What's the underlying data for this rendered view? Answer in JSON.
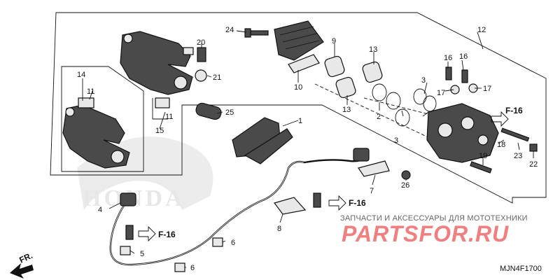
{
  "diagram": {
    "callouts": [
      "1",
      "2",
      "3",
      "3",
      "4",
      "5",
      "6",
      "6",
      "7",
      "8",
      "9",
      "10",
      "11",
      "11",
      "12",
      "13",
      "13",
      "14",
      "15",
      "16",
      "16",
      "17",
      "17",
      "18",
      "19",
      "20",
      "21",
      "22",
      "23",
      "24",
      "25",
      "26"
    ],
    "ref_label": "F-16",
    "front_label": "FR.",
    "watermark_brand": "HONDA",
    "diagram_code": "MJN4F1700"
  },
  "shop": {
    "caption": "ЗАПЧАСТИ И АКСЕССУАРЫ ДЛЯ МОТОТЕХНИКИ",
    "logo": "PARTSFOR.RU"
  }
}
